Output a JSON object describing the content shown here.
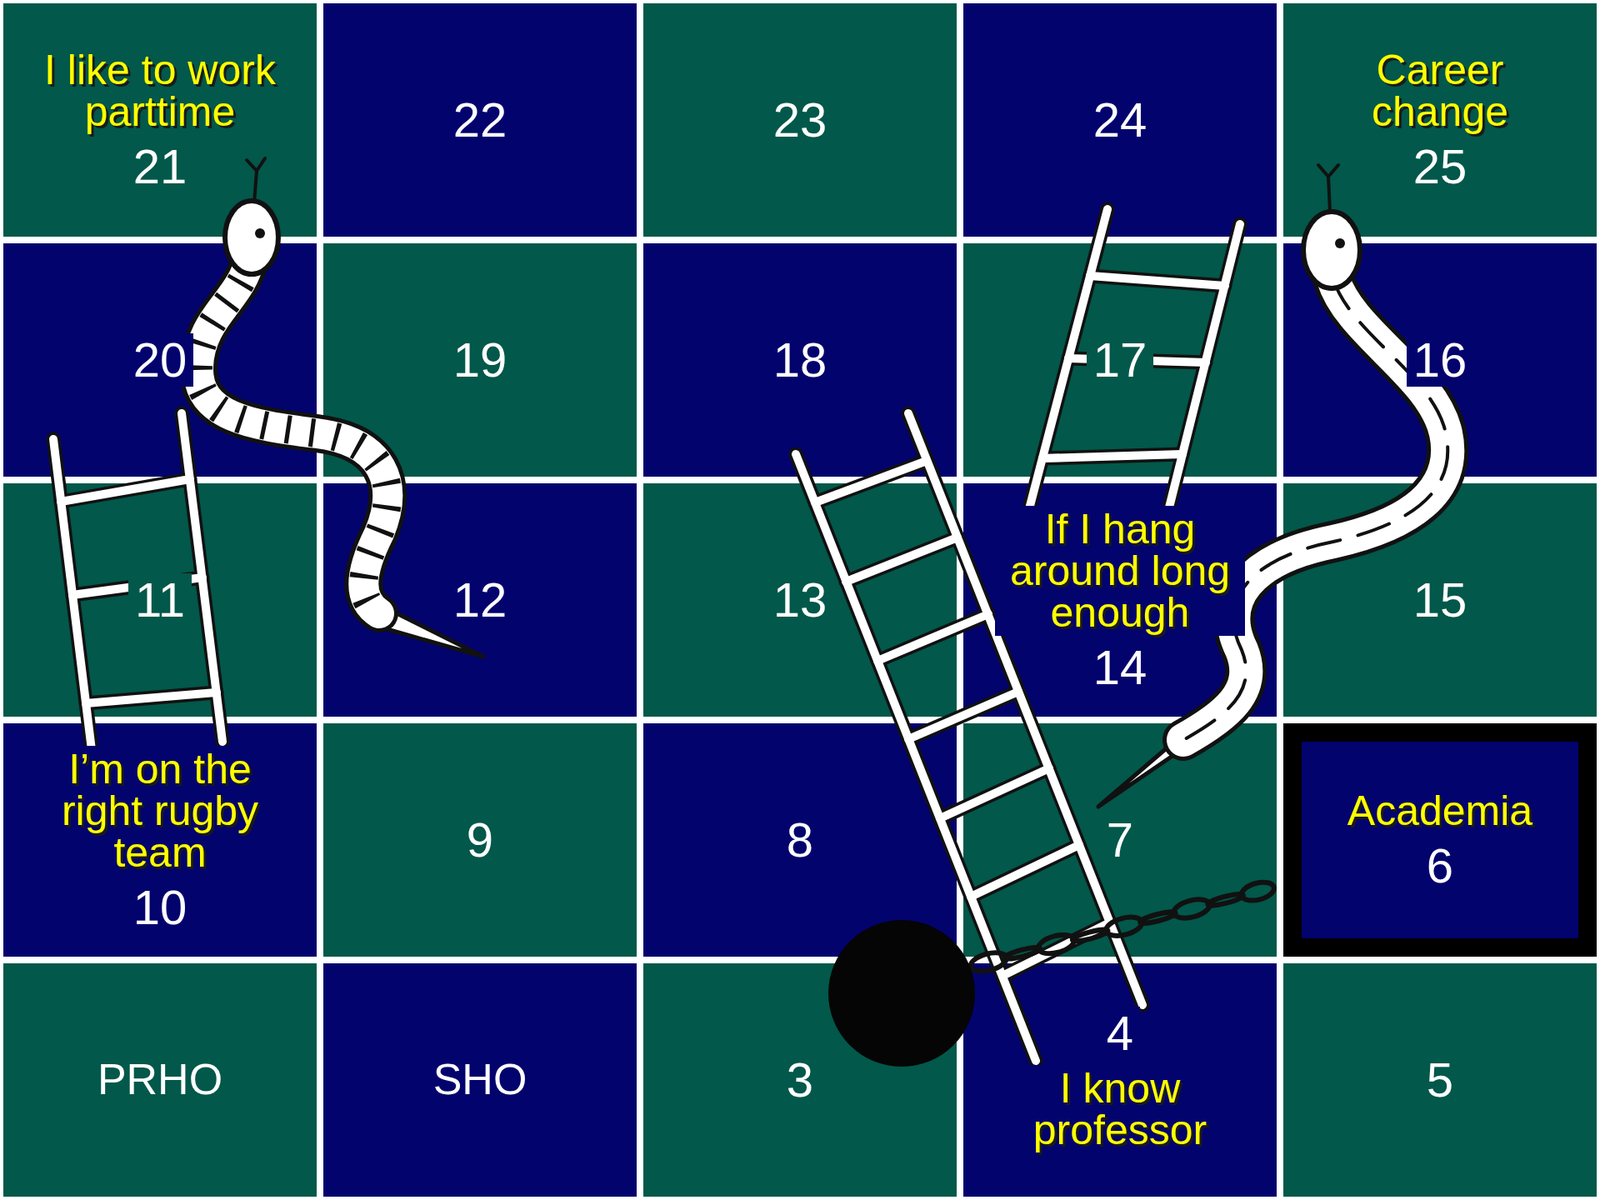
{
  "diagram": {
    "nodes": [
      {
        "text": [
          "I like to work parttime",
          "21"
        ]
      },
      {
        "text": [
          "22"
        ]
      },
      {
        "text": [
          "23"
        ]
      },
      {
        "text": [
          "24"
        ]
      },
      {
        "text": [
          "Career change",
          "25"
        ]
      },
      {
        "text": [
          "20"
        ]
      },
      {
        "text": [
          "19"
        ]
      },
      {
        "text": [
          "18"
        ]
      },
      {
        "text": [
          "17"
        ]
      },
      {
        "text": [
          "16"
        ]
      },
      {
        "text": [
          "11"
        ]
      },
      {
        "text": [
          "12"
        ]
      },
      {
        "text": [
          "13"
        ]
      },
      {
        "text": [
          "If I hang around long enough",
          "14"
        ]
      },
      {
        "text": [
          "15"
        ]
      },
      {
        "text": [
          "I’m on the right rugby team",
          "10"
        ]
      },
      {
        "text": [
          "9"
        ]
      },
      {
        "text": [
          "8"
        ]
      },
      {
        "text": [
          "7"
        ]
      },
      {
        "text": [
          "Academia",
          "6"
        ]
      },
      {
        "text": [
          "PRHO"
        ]
      },
      {
        "text": [
          "SHO"
        ]
      },
      {
        "text": [
          "3"
        ]
      },
      {
        "text": [
          "4",
          "I know professor"
        ]
      },
      {
        "text": [
          "5"
        ]
      }
    ]
  }
}
